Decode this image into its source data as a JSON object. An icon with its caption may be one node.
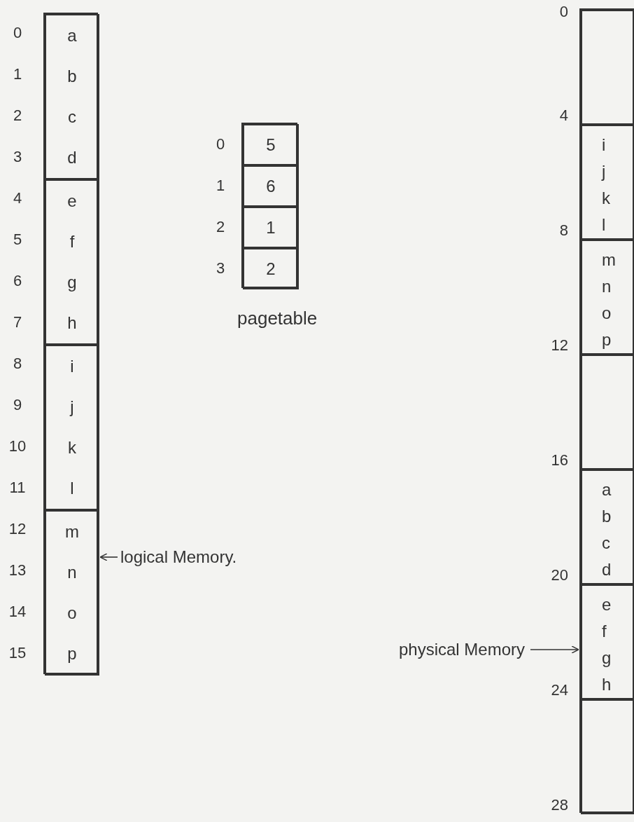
{
  "diagram": {
    "nodes": [
      {
        "text": [],
        "shape": "box"
      },
      {
        "text": [
          "a",
          "b",
          "c",
          "d"
        ],
        "in": 0
      },
      {
        "text": [
          "e",
          "f",
          "g",
          "h"
        ],
        "in": 0
      },
      {
        "text": [
          "i",
          "j",
          "k",
          "l"
        ],
        "in": 0
      },
      {
        "text": [
          "m",
          "n",
          "o",
          "p"
        ],
        "in": 0
      },
      {
        "text": [
          "logical Memory."
        ]
      },
      {
        "text": [],
        "shape": "box",
        "beside": [
          "pagetable"
        ]
      },
      {
        "text": [
          "5"
        ],
        "in": 6
      },
      {
        "text": [
          "6"
        ],
        "in": 6
      },
      {
        "text": [
          "1"
        ],
        "in": 6
      },
      {
        "text": [
          "2"
        ],
        "in": 6
      },
      {
        "text": [],
        "shape": "box"
      },
      {
        "text": [],
        "shape": "box",
        "in": 11
      },
      {
        "text": [
          "i",
          "j",
          "k",
          "l"
        ],
        "in": 11
      },
      {
        "text": [
          "m",
          "n",
          "o",
          "p"
        ],
        "in": 11
      },
      {
        "text": [],
        "shape": "box",
        "in": 11
      },
      {
        "text": [
          "a",
          "b",
          "c",
          "d"
        ],
        "in": 11
      },
      {
        "text": [
          "e",
          "f",
          "g",
          "h"
        ],
        "in": 11
      },
      {
        "text": [],
        "shape": "box",
        "in": 11
      },
      {
        "text": [
          "physical Memory"
        ]
      }
    ],
    "edges": [
      {
        "from": 5,
        "to": 0,
        "arrow": "to"
      },
      {
        "from": 19,
        "to": 11,
        "arrow": "to"
      }
    ],
    "labels": [
      "0",
      "1",
      "2",
      "3",
      "4",
      "5",
      "6",
      "7",
      "8",
      "9",
      "10",
      "11",
      "12",
      "13",
      "14",
      "15",
      "0",
      "1",
      "2",
      "3",
      "0",
      "4",
      "8",
      "12",
      "16",
      "20",
      "24",
      "28"
    ]
  }
}
